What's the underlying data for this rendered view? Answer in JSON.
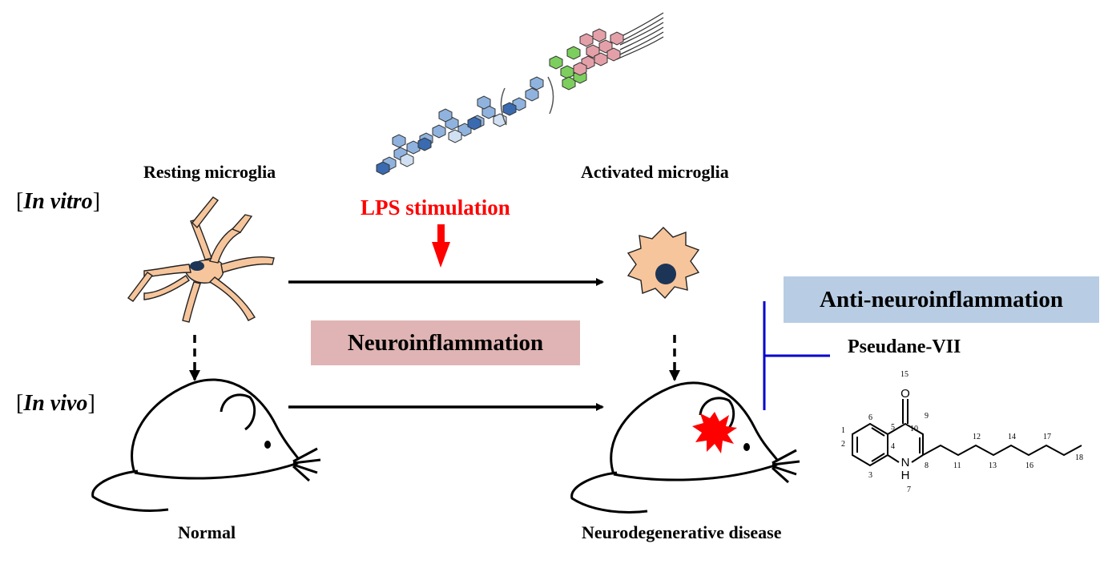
{
  "labels": {
    "resting": "Resting microglia",
    "activated": "Activated microglia",
    "lps": "LPS stimulation",
    "normal": "Normal",
    "disease": "Neurodegenerative disease",
    "compound": "Pseudane-VII"
  },
  "brackets": {
    "in_vitro": "In vitro",
    "in_vivo": "In vivo"
  },
  "boxes": {
    "neuroinflammation": "Neuroinflammation",
    "anti": "Anti-neuroinflammation"
  },
  "structure": {
    "oxygen": "O",
    "nitrogen": "N",
    "hydrogen": "H",
    "atom_numbers": [
      "1",
      "2",
      "3",
      "4",
      "5",
      "6",
      "7",
      "8",
      "9",
      "10",
      "11",
      "12",
      "13",
      "14",
      "15",
      "16",
      "17",
      "18"
    ]
  },
  "colors": {
    "lps_red": "#ff0000",
    "cell_fill": "#f7c59b",
    "nucleus": "#1c3557",
    "neuro_box": "#e0b4b4",
    "anti_box": "#b8cde4",
    "inhibit_line": "#0000cc"
  }
}
